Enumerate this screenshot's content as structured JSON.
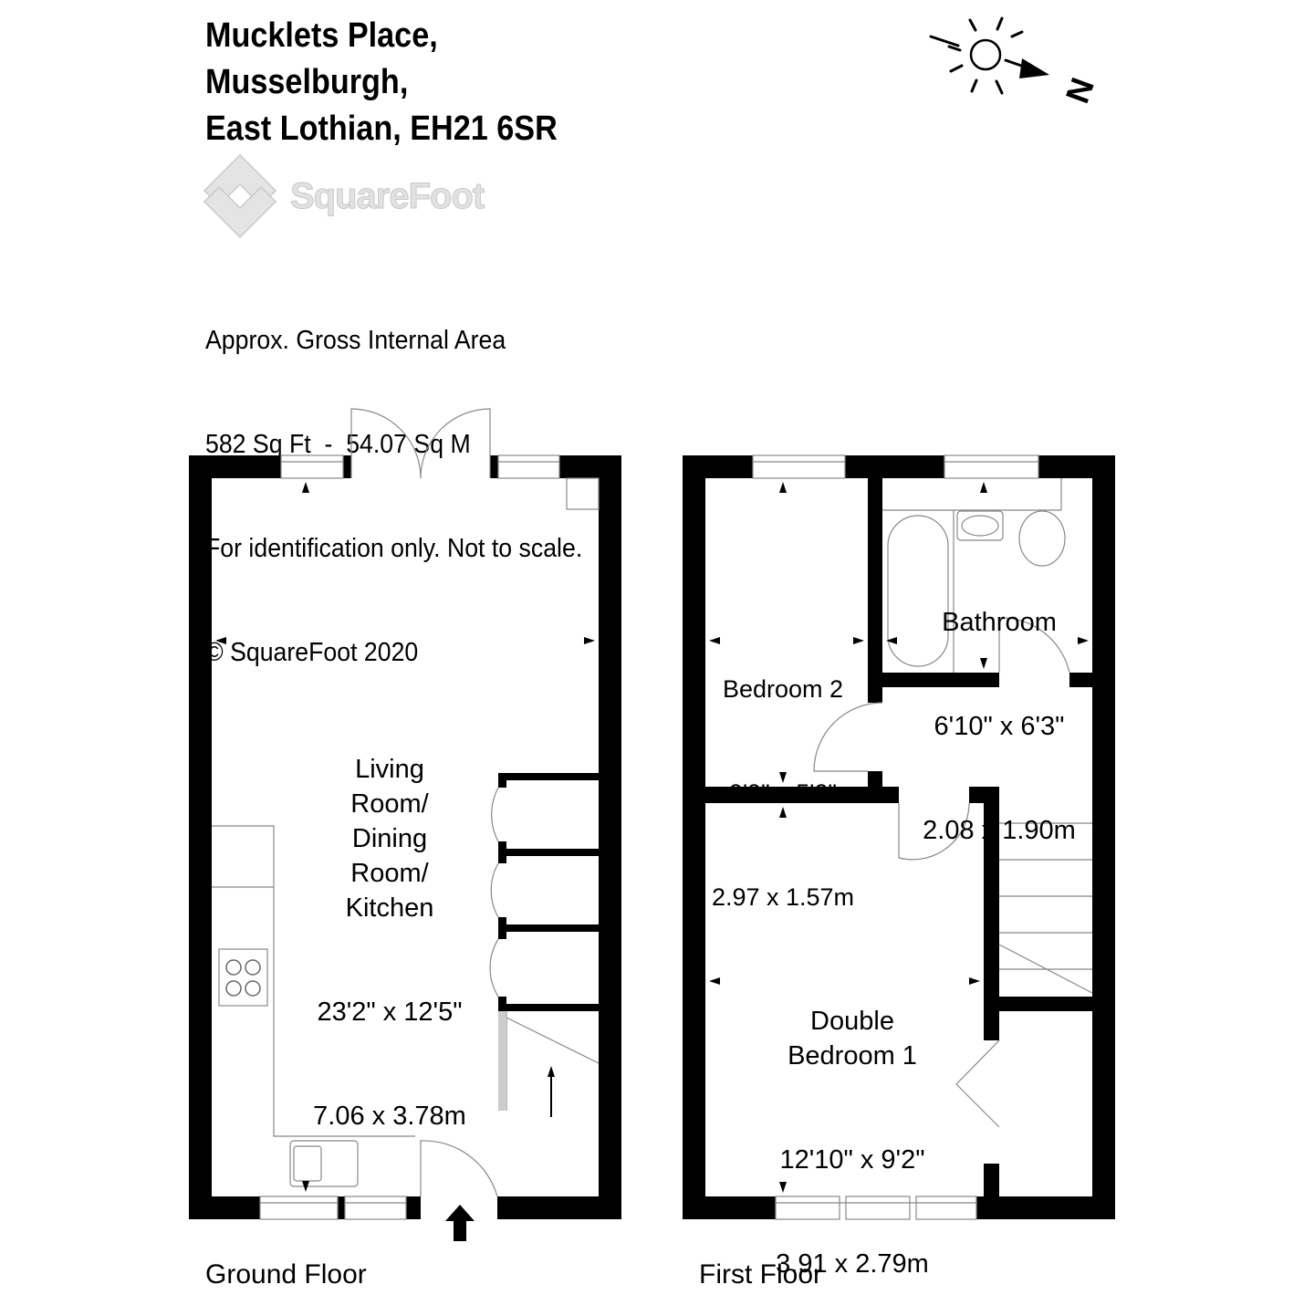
{
  "header": {
    "address_lines": [
      "Mucklets Place,",
      "Musselburgh,",
      "East Lothian, EH21 6SR"
    ]
  },
  "logo": {
    "brand": "SquareFoot"
  },
  "info": {
    "line1": "Approx. Gross Internal Area",
    "line2": "582 Sq Ft  -  54.07 Sq M",
    "line3": "For identification only. Not to scale.",
    "line4": "© SquareFoot 2020"
  },
  "compass": {
    "label": "N"
  },
  "floors": {
    "ground": {
      "label": "Ground Floor",
      "rooms": [
        {
          "name": "Living\nRoom/\nDining\nRoom/\nKitchen",
          "imperial": "23'2\" x 12'5\"",
          "metric": "7.06 x 3.78m"
        }
      ]
    },
    "first": {
      "label": "First Floor",
      "rooms": [
        {
          "name": "Bedroom 2",
          "imperial": "9'9\" x 5'2\"",
          "metric": "2.97 x 1.57m"
        },
        {
          "name": "Bathroom",
          "imperial": "6'10\" x 6'3\"",
          "metric": "2.08 x 1.90m"
        },
        {
          "name": "Double\nBedroom 1",
          "imperial": "12'10\" x 9'2\"",
          "metric": "3.91 x 2.79m"
        }
      ]
    }
  }
}
